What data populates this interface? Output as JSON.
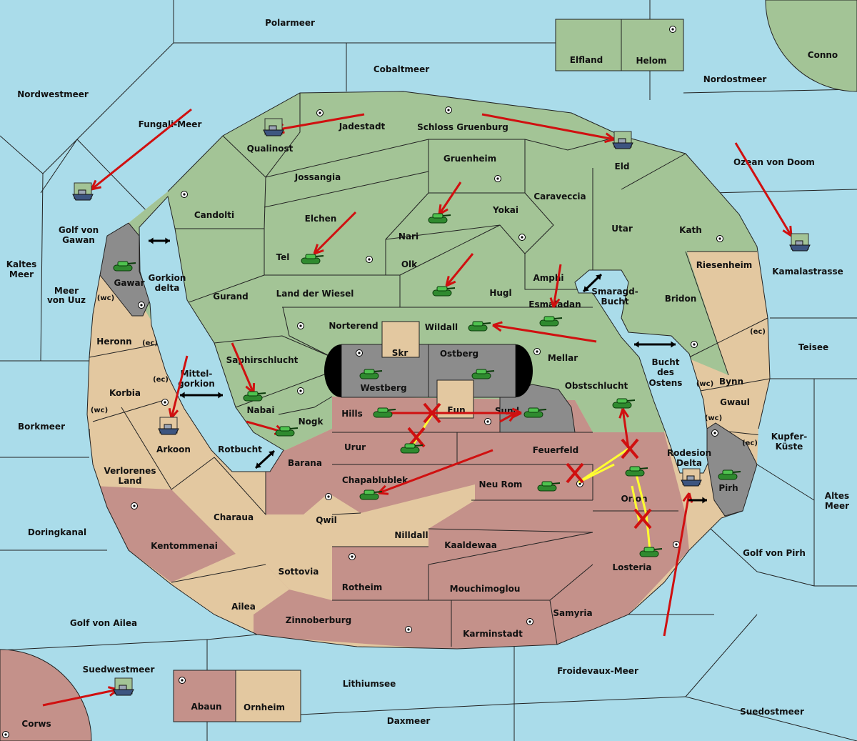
{
  "colors": {
    "sea": "#aadcea",
    "green_power": "#a3c496",
    "tan_power": "#e3c8a0",
    "red_power": "#c4918a",
    "neutral_gray": "#8c8c8c",
    "order_arrow": "#d01010",
    "support_line": "#ffff30",
    "failed_mark": "#d01010"
  },
  "regions": [
    {
      "name": "Polarmeer",
      "kind": "sea"
    },
    {
      "name": "Cobaltmeer",
      "kind": "sea"
    },
    {
      "name": "Nordwestmeer",
      "kind": "sea"
    },
    {
      "name": "Nordostmeer",
      "kind": "sea"
    },
    {
      "name": "Conno",
      "kind": "land"
    },
    {
      "name": "Fungali-Meer",
      "kind": "sea"
    },
    {
      "name": "Golf von",
      "kind": "sea"
    },
    {
      "name": "Gawan",
      "kind": "sea"
    },
    {
      "name": "Kaltes",
      "kind": "sea"
    },
    {
      "name": "Meer",
      "kind": "sea"
    },
    {
      "name": "Meer",
      "kind": "sea"
    },
    {
      "name": "von Uuz",
      "kind": "sea"
    },
    {
      "name": "Ozean von Doom",
      "kind": "sea"
    },
    {
      "name": "Kamalastrasse",
      "kind": "sea"
    },
    {
      "name": "Teisee",
      "kind": "sea"
    },
    {
      "name": "Borkmeer",
      "kind": "sea"
    },
    {
      "name": "Kupfer-",
      "kind": "sea"
    },
    {
      "name": "Küste",
      "kind": "sea"
    },
    {
      "name": "Altes",
      "kind": "sea"
    },
    {
      "name": "Meer",
      "kind": "sea"
    },
    {
      "name": "Doringkanal",
      "kind": "sea"
    },
    {
      "name": "Golf von Pirh",
      "kind": "sea"
    },
    {
      "name": "Golf von Ailea",
      "kind": "sea"
    },
    {
      "name": "Suedwestmeer",
      "kind": "sea"
    },
    {
      "name": "Lithiumsee",
      "kind": "sea"
    },
    {
      "name": "Froidevaux-Meer",
      "kind": "sea"
    },
    {
      "name": "Daxmeer",
      "kind": "sea"
    },
    {
      "name": "Suedostmeer",
      "kind": "sea"
    },
    {
      "name": "Gorkion",
      "kind": "sea"
    },
    {
      "name": "delta",
      "kind": "sea"
    },
    {
      "name": "Mittel-",
      "kind": "sea"
    },
    {
      "name": "gorkion",
      "kind": "sea"
    },
    {
      "name": "Rotbucht",
      "kind": "sea"
    },
    {
      "name": "Smaragd-",
      "kind": "sea"
    },
    {
      "name": "Bucht",
      "kind": "sea"
    },
    {
      "name": "Bucht",
      "kind": "sea"
    },
    {
      "name": "des",
      "kind": "sea"
    },
    {
      "name": "Ostens",
      "kind": "sea"
    },
    {
      "name": "Rodesion",
      "kind": "sea"
    },
    {
      "name": "Delta",
      "kind": "sea"
    },
    {
      "name": "Elfland",
      "kind": "land"
    },
    {
      "name": "Helom",
      "kind": "land"
    },
    {
      "name": "Qualinost",
      "kind": "land"
    },
    {
      "name": "Jadestadt",
      "kind": "land"
    },
    {
      "name": "Schloss Gruenburg",
      "kind": "land"
    },
    {
      "name": "Gruenheim",
      "kind": "land"
    },
    {
      "name": "Eld",
      "kind": "land"
    },
    {
      "name": "Jossangia",
      "kind": "land"
    },
    {
      "name": "Caraveccia",
      "kind": "land"
    },
    {
      "name": "Candolti",
      "kind": "land"
    },
    {
      "name": "Elchen",
      "kind": "land"
    },
    {
      "name": "Yokai",
      "kind": "land"
    },
    {
      "name": "Nari",
      "kind": "land"
    },
    {
      "name": "Utar",
      "kind": "land"
    },
    {
      "name": "Kath",
      "kind": "land"
    },
    {
      "name": "Tel",
      "kind": "land"
    },
    {
      "name": "Olk",
      "kind": "land"
    },
    {
      "name": "Amphi",
      "kind": "land"
    },
    {
      "name": "Riesenheim",
      "kind": "land"
    },
    {
      "name": "Gawar",
      "kind": "land"
    },
    {
      "name": "Land der Wiesel",
      "kind": "land"
    },
    {
      "name": "Gurand",
      "kind": "land"
    },
    {
      "name": "Hugl",
      "kind": "land"
    },
    {
      "name": "Bridon",
      "kind": "land"
    },
    {
      "name": "Esmaladan",
      "kind": "land"
    },
    {
      "name": "Heronn",
      "kind": "land"
    },
    {
      "name": "Norterend",
      "kind": "land"
    },
    {
      "name": "Wildall",
      "kind": "land"
    },
    {
      "name": "Skr",
      "kind": "land"
    },
    {
      "name": "Ostberg",
      "kind": "land"
    },
    {
      "name": "Mellar",
      "kind": "land"
    },
    {
      "name": "Saphirschlucht",
      "kind": "land"
    },
    {
      "name": "Korbia",
      "kind": "land"
    },
    {
      "name": "Westberg",
      "kind": "land"
    },
    {
      "name": "Obstschlucht",
      "kind": "land"
    },
    {
      "name": "Bynn",
      "kind": "land"
    },
    {
      "name": "Nabai",
      "kind": "land"
    },
    {
      "name": "Hills",
      "kind": "land"
    },
    {
      "name": "Eun",
      "kind": "land"
    },
    {
      "name": "Sund",
      "kind": "land"
    },
    {
      "name": "Gwaul",
      "kind": "land"
    },
    {
      "name": "Nogk",
      "kind": "land"
    },
    {
      "name": "Arkoon",
      "kind": "land"
    },
    {
      "name": "Urur",
      "kind": "land"
    },
    {
      "name": "Feuerfeld",
      "kind": "land"
    },
    {
      "name": "Barana",
      "kind": "land"
    },
    {
      "name": "Verlorenes",
      "kind": "land"
    },
    {
      "name": "Land",
      "kind": "land"
    },
    {
      "name": "Chapablublek",
      "kind": "land"
    },
    {
      "name": "Neu Rom",
      "kind": "land"
    },
    {
      "name": "Pirh",
      "kind": "land"
    },
    {
      "name": "Orlon",
      "kind": "land"
    },
    {
      "name": "Charaua",
      "kind": "land"
    },
    {
      "name": "Qwil",
      "kind": "land"
    },
    {
      "name": "Nilldall",
      "kind": "land"
    },
    {
      "name": "Kentommenai",
      "kind": "land"
    },
    {
      "name": "Kaaldewaa",
      "kind": "land"
    },
    {
      "name": "Losteria",
      "kind": "land"
    },
    {
      "name": "Sottovia",
      "kind": "land"
    },
    {
      "name": "Rotheim",
      "kind": "land"
    },
    {
      "name": "Mouchimoglou",
      "kind": "land"
    },
    {
      "name": "Ailea",
      "kind": "land"
    },
    {
      "name": "Samyria",
      "kind": "land"
    },
    {
      "name": "Zinnoberburg",
      "kind": "land"
    },
    {
      "name": "Karminstadt",
      "kind": "land"
    },
    {
      "name": "Abaun",
      "kind": "land"
    },
    {
      "name": "Ornheim",
      "kind": "land"
    },
    {
      "name": "Corws",
      "kind": "land"
    }
  ],
  "coast_labels": [
    "(wc)",
    "(ec)",
    "(ec)",
    "(wc)",
    "(wc)",
    "(ec)",
    "(wc)",
    "(ec)"
  ],
  "units": [
    {
      "type": "army",
      "region": "Gawar"
    },
    {
      "type": "army",
      "region": "Tel"
    },
    {
      "type": "army",
      "region": "Nari"
    },
    {
      "type": "army",
      "region": "Hugl"
    },
    {
      "type": "army",
      "region": "Wildall"
    },
    {
      "type": "army",
      "region": "Esmaladan"
    },
    {
      "type": "army",
      "region": "Westberg"
    },
    {
      "type": "army",
      "region": "Ostberg"
    },
    {
      "type": "army",
      "region": "Nabai"
    },
    {
      "type": "army",
      "region": "Nogk"
    },
    {
      "type": "army",
      "region": "Hills"
    },
    {
      "type": "army",
      "region": "Urur"
    },
    {
      "type": "army",
      "region": "Sund"
    },
    {
      "type": "army",
      "region": "Obstschlucht"
    },
    {
      "type": "army",
      "region": "Chapablublek"
    },
    {
      "type": "army",
      "region": "Neu Rom"
    },
    {
      "type": "army",
      "region": "Orlon"
    },
    {
      "type": "army",
      "region": "Losteria"
    },
    {
      "type": "army",
      "region": "Pirh"
    },
    {
      "type": "fleet",
      "region": "Golf von Gawan"
    },
    {
      "type": "fleet",
      "region": "Qualinost"
    },
    {
      "type": "fleet",
      "region": "Eld"
    },
    {
      "type": "fleet",
      "region": "Kamalastrasse"
    },
    {
      "type": "fleet",
      "region": "Arkoon"
    },
    {
      "type": "fleet",
      "region": "Rodesion Delta"
    },
    {
      "type": "fleet",
      "region": "Suedwestmeer"
    }
  ]
}
